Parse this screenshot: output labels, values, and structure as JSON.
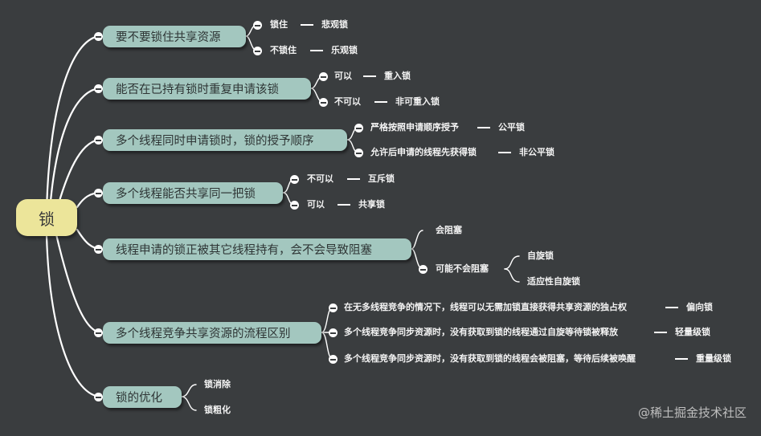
{
  "root": "锁",
  "categories": [
    {
      "label": "要不要锁住共享资源",
      "items": [
        {
          "label": "锁住",
          "result": "悲观锁"
        },
        {
          "label": "不锁住",
          "result": "乐观锁"
        }
      ]
    },
    {
      "label": "能否在已持有锁时重复申请该锁",
      "items": [
        {
          "label": "可以",
          "result": "重入锁"
        },
        {
          "label": "不可以",
          "result": "非可重入锁"
        }
      ]
    },
    {
      "label": "多个线程同时申请锁时，锁的授予顺序",
      "items": [
        {
          "label": "严格按照申请顺序授予",
          "result": "公平锁"
        },
        {
          "label": "允许后申请的线程先获得锁",
          "result": "非公平锁"
        }
      ]
    },
    {
      "label": "多个线程能否共享同一把锁",
      "items": [
        {
          "label": "不可以",
          "result": "互斥锁"
        },
        {
          "label": "可以",
          "result": "共享锁"
        }
      ]
    },
    {
      "label": "线程申请的锁正被其它线程持有，会不会导致阻塞",
      "items": [
        {
          "label": "会阻塞",
          "result": ""
        },
        {
          "label": "可能不会阻塞",
          "result": "",
          "children": [
            "自旋锁",
            "适应性自旋锁"
          ]
        }
      ]
    },
    {
      "label": "多个线程竞争共享资源的流程区别",
      "items": [
        {
          "label": "在无多线程竞争的情况下，线程可以无需加锁直接获得共享资源的独占权",
          "result": "偏向锁"
        },
        {
          "label": "多个线程竞争同步资源时，没有获取到锁的线程通过自旋等待锁被释放",
          "result": "轻量级锁"
        },
        {
          "label": "多个线程竞争同步资源时，没有获取到锁的线程会被阻塞，等待后续被唤醒",
          "result": "重量级锁"
        }
      ]
    },
    {
      "label": "锁的优化",
      "items": [
        {
          "label": "锁消除",
          "result": ""
        },
        {
          "label": "锁粗化",
          "result": ""
        }
      ]
    }
  ],
  "watermark": "@稀土掘金技术社区"
}
